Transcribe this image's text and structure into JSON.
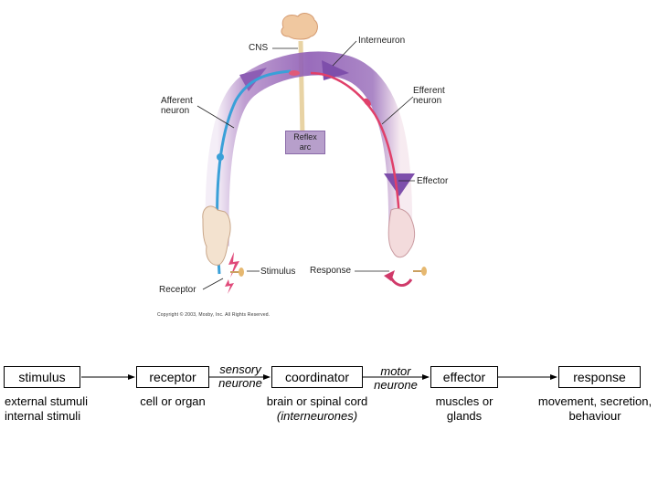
{
  "figure": {
    "labels": {
      "cns": "CNS",
      "interneuron": "Interneuron",
      "afferent_neuron": "Afferent\nneuron",
      "efferent_neuron": "Efferent\nneuron",
      "reflex_arc": "Reflex\narc",
      "effector": "Effector",
      "stimulus": "Stimulus",
      "response": "Response",
      "receptor": "Receptor"
    },
    "copyright": "Copyright © 2003, Mosby, Inc. All Rights Reserved."
  },
  "flow": {
    "boxes": [
      "stimulus",
      "receptor",
      "coordinator",
      "effector",
      "response"
    ],
    "captions": {
      "stimulus": "external stumuli\ninternal stimuli",
      "receptor": "cell or organ",
      "coordinator_line1": "brain or spinal cord",
      "coordinator_line2": "(interneurones)",
      "effector": "muscles or\nglands",
      "response": "movement, secretion,\nbehaviour"
    },
    "links": {
      "sensory": "sensory\nneurone",
      "motor": "motor\nneurone"
    }
  }
}
